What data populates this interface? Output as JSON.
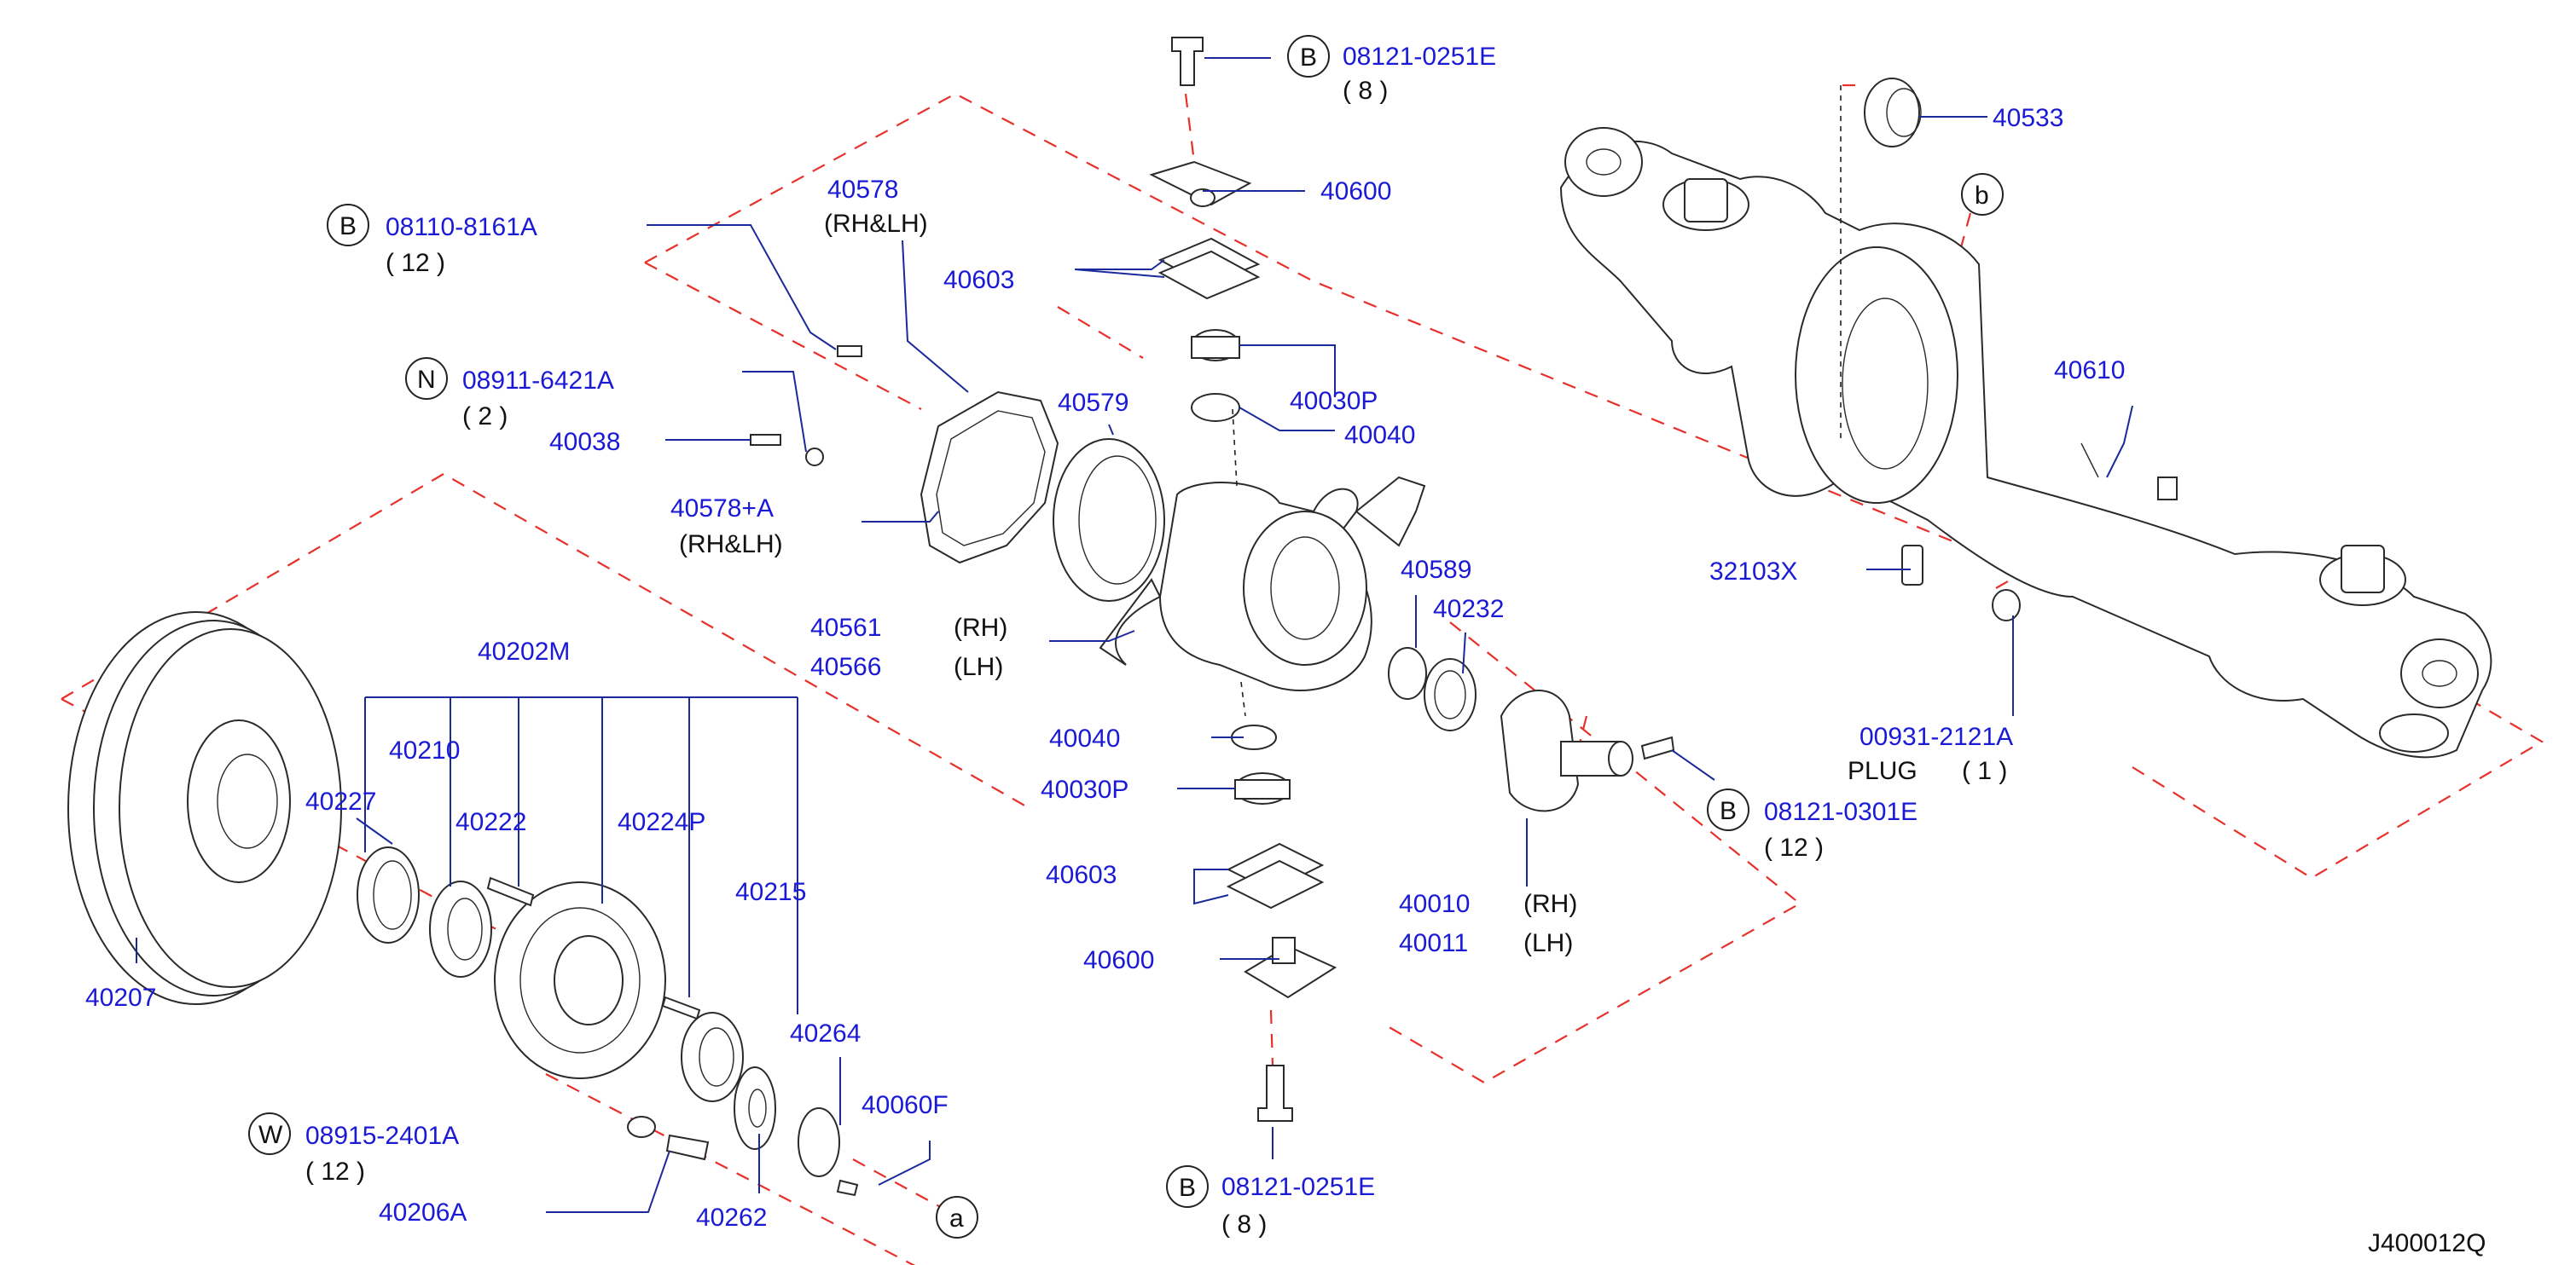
{
  "diagram_code": "J400012Q",
  "callouts": [
    {
      "id": "c-40533",
      "part": "40533"
    },
    {
      "id": "c-08121-0251E-top",
      "prefix": "B",
      "part": "08121-0251E",
      "qty": "( 8 )"
    },
    {
      "id": "c-40600-top",
      "part": "40600"
    },
    {
      "id": "c-40578",
      "part": "40578",
      "note": "(RH&LH)"
    },
    {
      "id": "c-08110-8161A",
      "prefix": "B",
      "part": "08110-8161A",
      "qty": "( 12 )"
    },
    {
      "id": "c-40603-top",
      "part": "40603"
    },
    {
      "id": "c-40030P-top",
      "part": "40030P"
    },
    {
      "id": "c-40040-top",
      "part": "40040"
    },
    {
      "id": "c-08911-6421A",
      "prefix": "N",
      "part": "08911-6421A",
      "qty": "( 2 )"
    },
    {
      "id": "c-40038",
      "part": "40038"
    },
    {
      "id": "c-40579",
      "part": "40579"
    },
    {
      "id": "c-40578A",
      "part": "40578+A",
      "note": "(RH&LH)"
    },
    {
      "id": "c-40610",
      "part": "40610"
    },
    {
      "id": "c-32103X",
      "part": "32103X"
    },
    {
      "id": "c-40561",
      "part": "40561",
      "note": "(RH)"
    },
    {
      "id": "c-40566",
      "part": "40566",
      "note": "(LH)"
    },
    {
      "id": "c-40589",
      "part": "40589"
    },
    {
      "id": "c-40232",
      "part": "40232"
    },
    {
      "id": "c-00931-2121A",
      "part": "00931-2121A",
      "note": "PLUG",
      "qty": "( 1 )"
    },
    {
      "id": "c-40202M",
      "part": "40202M"
    },
    {
      "id": "c-40210",
      "part": "40210"
    },
    {
      "id": "c-40227",
      "part": "40227"
    },
    {
      "id": "c-40222",
      "part": "40222"
    },
    {
      "id": "c-40224P",
      "part": "40224P"
    },
    {
      "id": "c-40040-bot",
      "part": "40040"
    },
    {
      "id": "c-40030P-bot",
      "part": "40030P"
    },
    {
      "id": "c-08121-0301E",
      "prefix": "B",
      "part": "08121-0301E",
      "qty": "( 12 )"
    },
    {
      "id": "c-40215",
      "part": "40215"
    },
    {
      "id": "c-40603-bot",
      "part": "40603"
    },
    {
      "id": "c-40010",
      "part": "40010",
      "note": "(RH)"
    },
    {
      "id": "c-40011",
      "part": "40011",
      "note": "(LH)"
    },
    {
      "id": "c-40600-bot",
      "part": "40600"
    },
    {
      "id": "c-40207",
      "part": "40207"
    },
    {
      "id": "c-40264",
      "part": "40264"
    },
    {
      "id": "c-40060F",
      "part": "40060F"
    },
    {
      "id": "c-08915-2401A",
      "prefix": "W",
      "part": "08915-2401A",
      "qty": "( 12 )"
    },
    {
      "id": "c-40206A",
      "part": "40206A"
    },
    {
      "id": "c-40262",
      "part": "40262"
    },
    {
      "id": "c-08121-0251E-bot",
      "prefix": "B",
      "part": "08121-0251E",
      "qty": "( 8 )"
    }
  ],
  "reference_marks": [
    {
      "id": "ref-a",
      "letter": "a"
    },
    {
      "id": "ref-b",
      "letter": "b"
    }
  ],
  "colors": {
    "part_number": "#1a1ad6",
    "dashed_boundary": "#e8302a",
    "outline": "#2a2a2a"
  }
}
